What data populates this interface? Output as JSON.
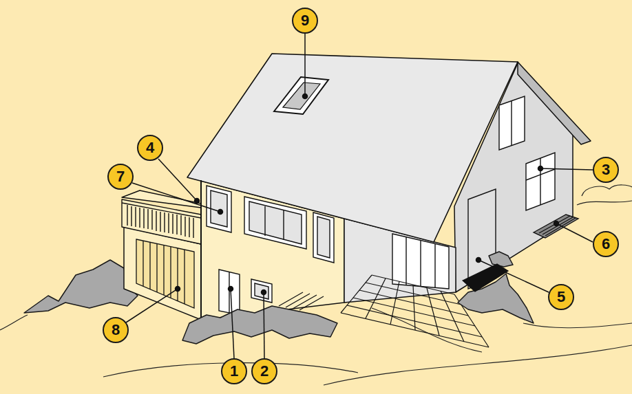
{
  "diagram": {
    "nodes": [
      {
        "text": [
          "9"
        ]
      },
      {
        "text": [
          "4"
        ]
      },
      {
        "text": [
          "3"
        ]
      },
      {
        "text": [
          "7"
        ]
      },
      {
        "text": [
          "6"
        ]
      },
      {
        "text": [
          "5"
        ]
      },
      {
        "text": [
          "8"
        ]
      },
      {
        "text": [
          "1"
        ]
      },
      {
        "text": [
          "2"
        ]
      }
    ],
    "edges": []
  }
}
